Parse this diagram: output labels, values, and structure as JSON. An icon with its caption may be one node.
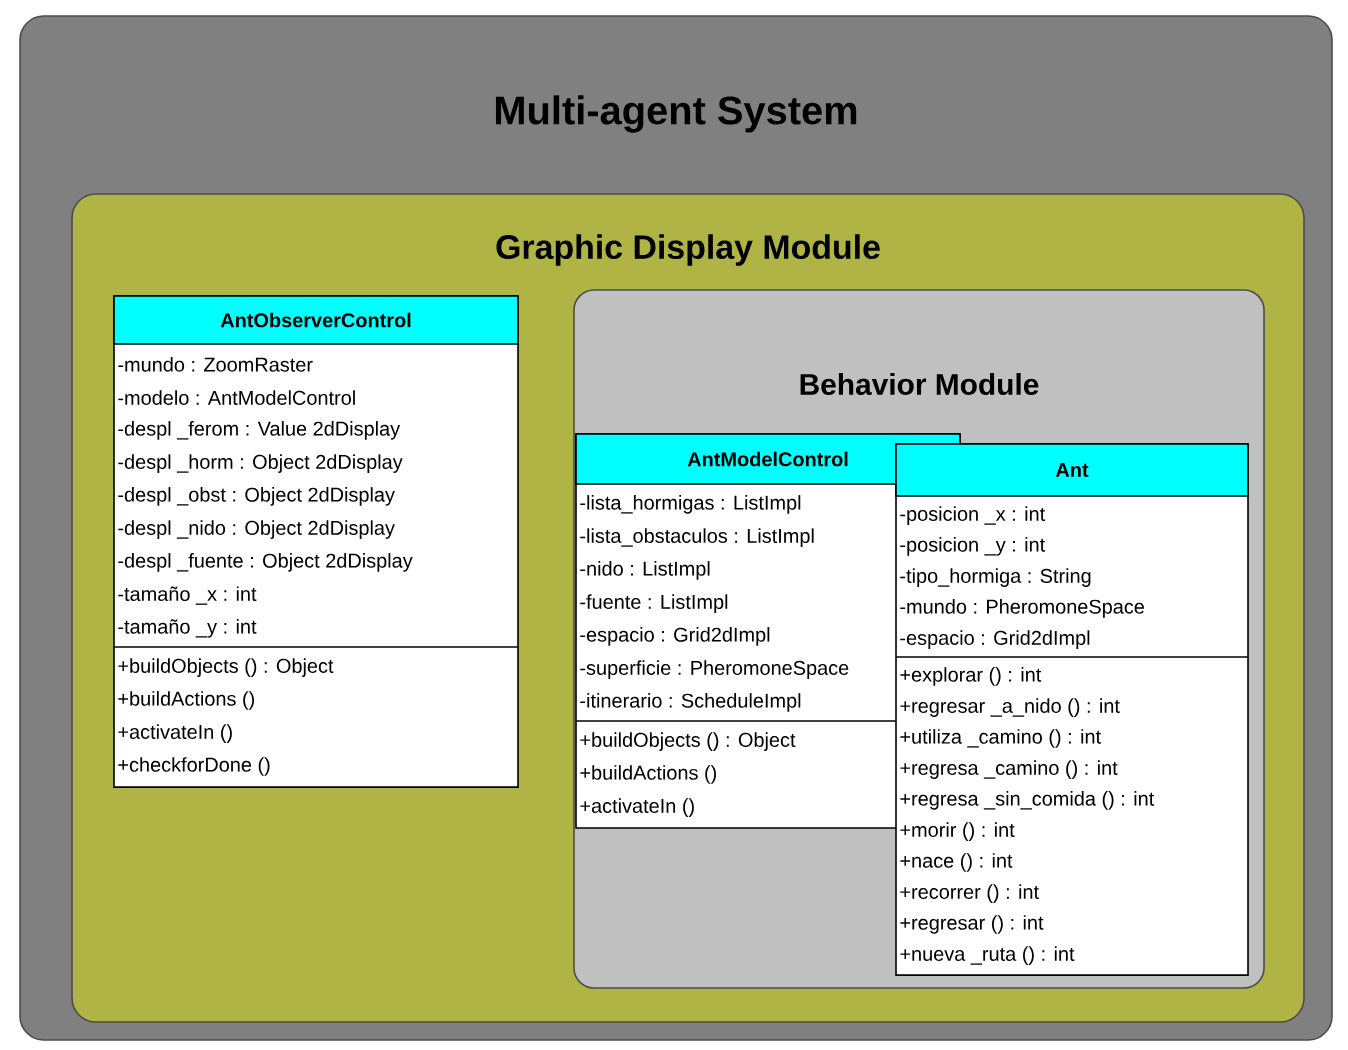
{
  "diagram": {
    "nodes": [
      {
        "text": [
          "Multi-agent System"
        ]
      },
      {
        "text": [
          "Graphic Display Module"
        ],
        "in": 0
      },
      {
        "text": [
          "Behavior Module"
        ],
        "in": 1
      },
      {
        "text": [
          "AntObserverControl",
          "-mundo : ZoomRaster",
          "-modelo : AntModelControl",
          "-despl _ferom : Value 2dDisplay",
          "-despl _horm : Object 2dDisplay",
          "-despl _obst : Object 2dDisplay",
          "-despl _nido : Object 2dDisplay",
          "-despl _fuente : Object 2dDisplay",
          "-tamaño _x : int",
          "-tamaño _y : int",
          "+buildObjects () : Object",
          "+buildActions ()",
          "+activateIn ()",
          "+checkforDone ()"
        ],
        "in": 1
      },
      {
        "text": [
          "AntModelControl",
          "-lista_hormigas : ListImpl",
          "-lista_obstaculos : ListImpl",
          "-nido : ListImpl",
          "-fuente : ListImpl",
          "-espacio : Grid2dImpl",
          "-superficie : PheromoneSpace",
          "-itinerario : ScheduleImpl",
          "+buildObjects () : Object",
          "+buildActions ()",
          "+activateIn ()"
        ],
        "in": 2
      },
      {
        "text": [
          "Ant",
          "-posicion _x : int",
          "-posicion _y : int",
          "-tipo_hormiga : String",
          "-mundo : PheromoneSpace",
          "-espacio : Grid2dImpl",
          "+explorar () : int",
          "+regresar _a_nido () : int",
          "+utiliza _camino () : int",
          "+regresa _camino () : int",
          "+regresa _sin_comida () : int",
          "+morir () : int",
          "+nace () : int",
          "+recorrer () : int",
          "+regresar () : int",
          "+nueva _ruta () : int"
        ],
        "in": 2
      }
    ]
  }
}
